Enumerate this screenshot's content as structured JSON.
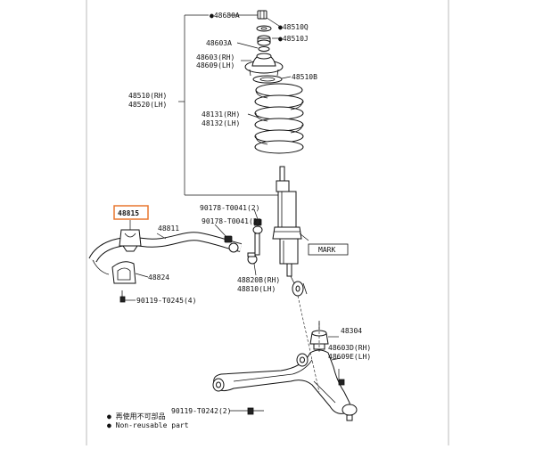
{
  "labels": {
    "p48680a": "●48680A",
    "p48510q": "●48510Q",
    "p48603a": "48603A",
    "p48510j": "●48510J",
    "p48603rh": "48603(RH)",
    "p48609lh": "48609(LH)",
    "p48510b": "48510B",
    "p48510rh": "48510(RH)",
    "p48520lh": "48520(LH)",
    "p48131rh": "48131(RH)",
    "p48132lh": "48132(LH)",
    "p48815": "48815",
    "p48811": "48811",
    "p90178a": "90178-T0041(2)",
    "p90178b": "90178-T0041(2)",
    "mark": "MARK",
    "p48824": "48824",
    "p48820brh": "48820B(RH)",
    "p48810lh": "48810(LH)",
    "p90119a": "90119-T0245(4)",
    "p48304": "48304",
    "p48603drh": "48603D(RH)",
    "p48609elh": "48609E(LH)",
    "p90119b": "90119-T0242(2)"
  },
  "legend": {
    "line1": "● 再使用不可部品",
    "line2": "● Non-reusable part"
  },
  "highlight_color": "#e8772e"
}
